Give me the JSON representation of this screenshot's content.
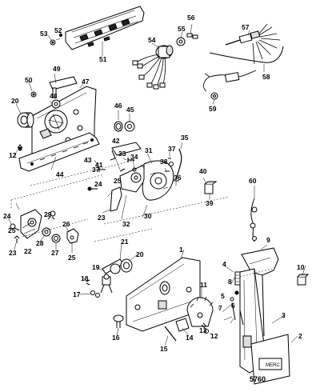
{
  "diagram": {
    "reference_number": "5760",
    "callouts": [
      "1",
      "2",
      "3",
      "4",
      "5",
      "6",
      "7",
      "8",
      "9",
      "10",
      "11",
      "12",
      "13",
      "14",
      "15",
      "16",
      "17",
      "18",
      "19",
      "20",
      "21",
      "22",
      "23",
      "24",
      "25",
      "26",
      "27",
      "28",
      "29",
      "30",
      "31",
      "32",
      "33",
      "34",
      "35",
      "36",
      "37",
      "38",
      "39",
      "40",
      "41",
      "42",
      "43",
      "44",
      "45",
      "46",
      "47",
      "48",
      "49",
      "50",
      "51",
      "52",
      "53",
      "54",
      "55",
      "56",
      "57",
      "58",
      "59",
      "60"
    ]
  }
}
